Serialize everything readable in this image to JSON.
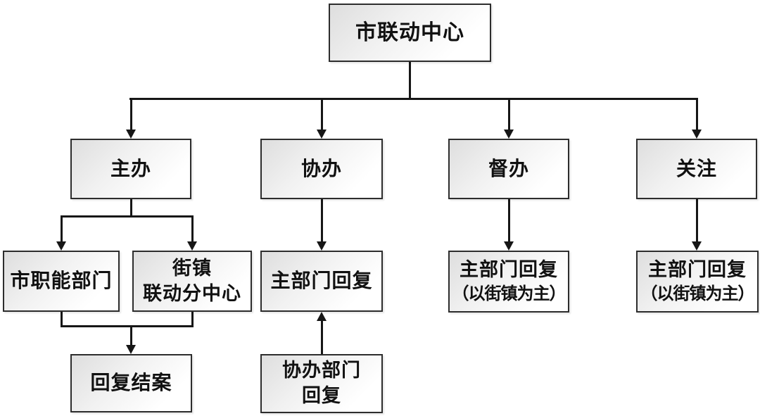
{
  "nodes": {
    "center": {
      "label": "市联动中心"
    },
    "host": {
      "label": "主办"
    },
    "assist": {
      "label": "协办"
    },
    "supervise": {
      "label": "督办"
    },
    "follow": {
      "label": "关注"
    },
    "city_dept": {
      "label": "市职能部门"
    },
    "subdistrict": {
      "line1": "街镇",
      "line2": "联动分中心"
    },
    "main_reply": {
      "label": "主部门回复"
    },
    "main_reply_sup": {
      "line1": "主部门回复",
      "line2": "（以街镇为主）"
    },
    "main_reply_fol": {
      "line1": "主部门回复",
      "line2": "（以街镇为主）"
    },
    "reply_close": {
      "label": "回复结案"
    },
    "assist_reply": {
      "line1": "协办部门",
      "line2": "回复"
    }
  },
  "edges": [
    {
      "from": "center",
      "to": "main_reply_sup_distribution_bus",
      "type": "trunk"
    },
    {
      "from": "center",
      "to": "host",
      "direction": "down"
    },
    {
      "from": "center",
      "to": "assist",
      "direction": "down"
    },
    {
      "from": "center",
      "to": "supervise",
      "direction": "down"
    },
    {
      "from": "center",
      "to": "follow",
      "direction": "down"
    },
    {
      "from": "host",
      "to": "city_dept",
      "direction": "down"
    },
    {
      "from": "host",
      "to": "subdistrict",
      "direction": "down"
    },
    {
      "from": "city_dept",
      "to": "reply_close",
      "direction": "down"
    },
    {
      "from": "subdistrict",
      "to": "reply_close",
      "direction": "down"
    },
    {
      "from": "assist",
      "to": "main_reply",
      "direction": "down"
    },
    {
      "from": "assist_reply",
      "to": "main_reply",
      "direction": "up"
    },
    {
      "from": "supervise",
      "to": "main_reply_sup",
      "direction": "down"
    },
    {
      "from": "follow",
      "to": "main_reply_fol",
      "direction": "down"
    }
  ],
  "colors": {
    "background": "#ffffff",
    "box_border": "#2d2d2d",
    "box_fill_start": "#dedede",
    "box_fill_end": "#ffffff",
    "line": "#161616"
  }
}
